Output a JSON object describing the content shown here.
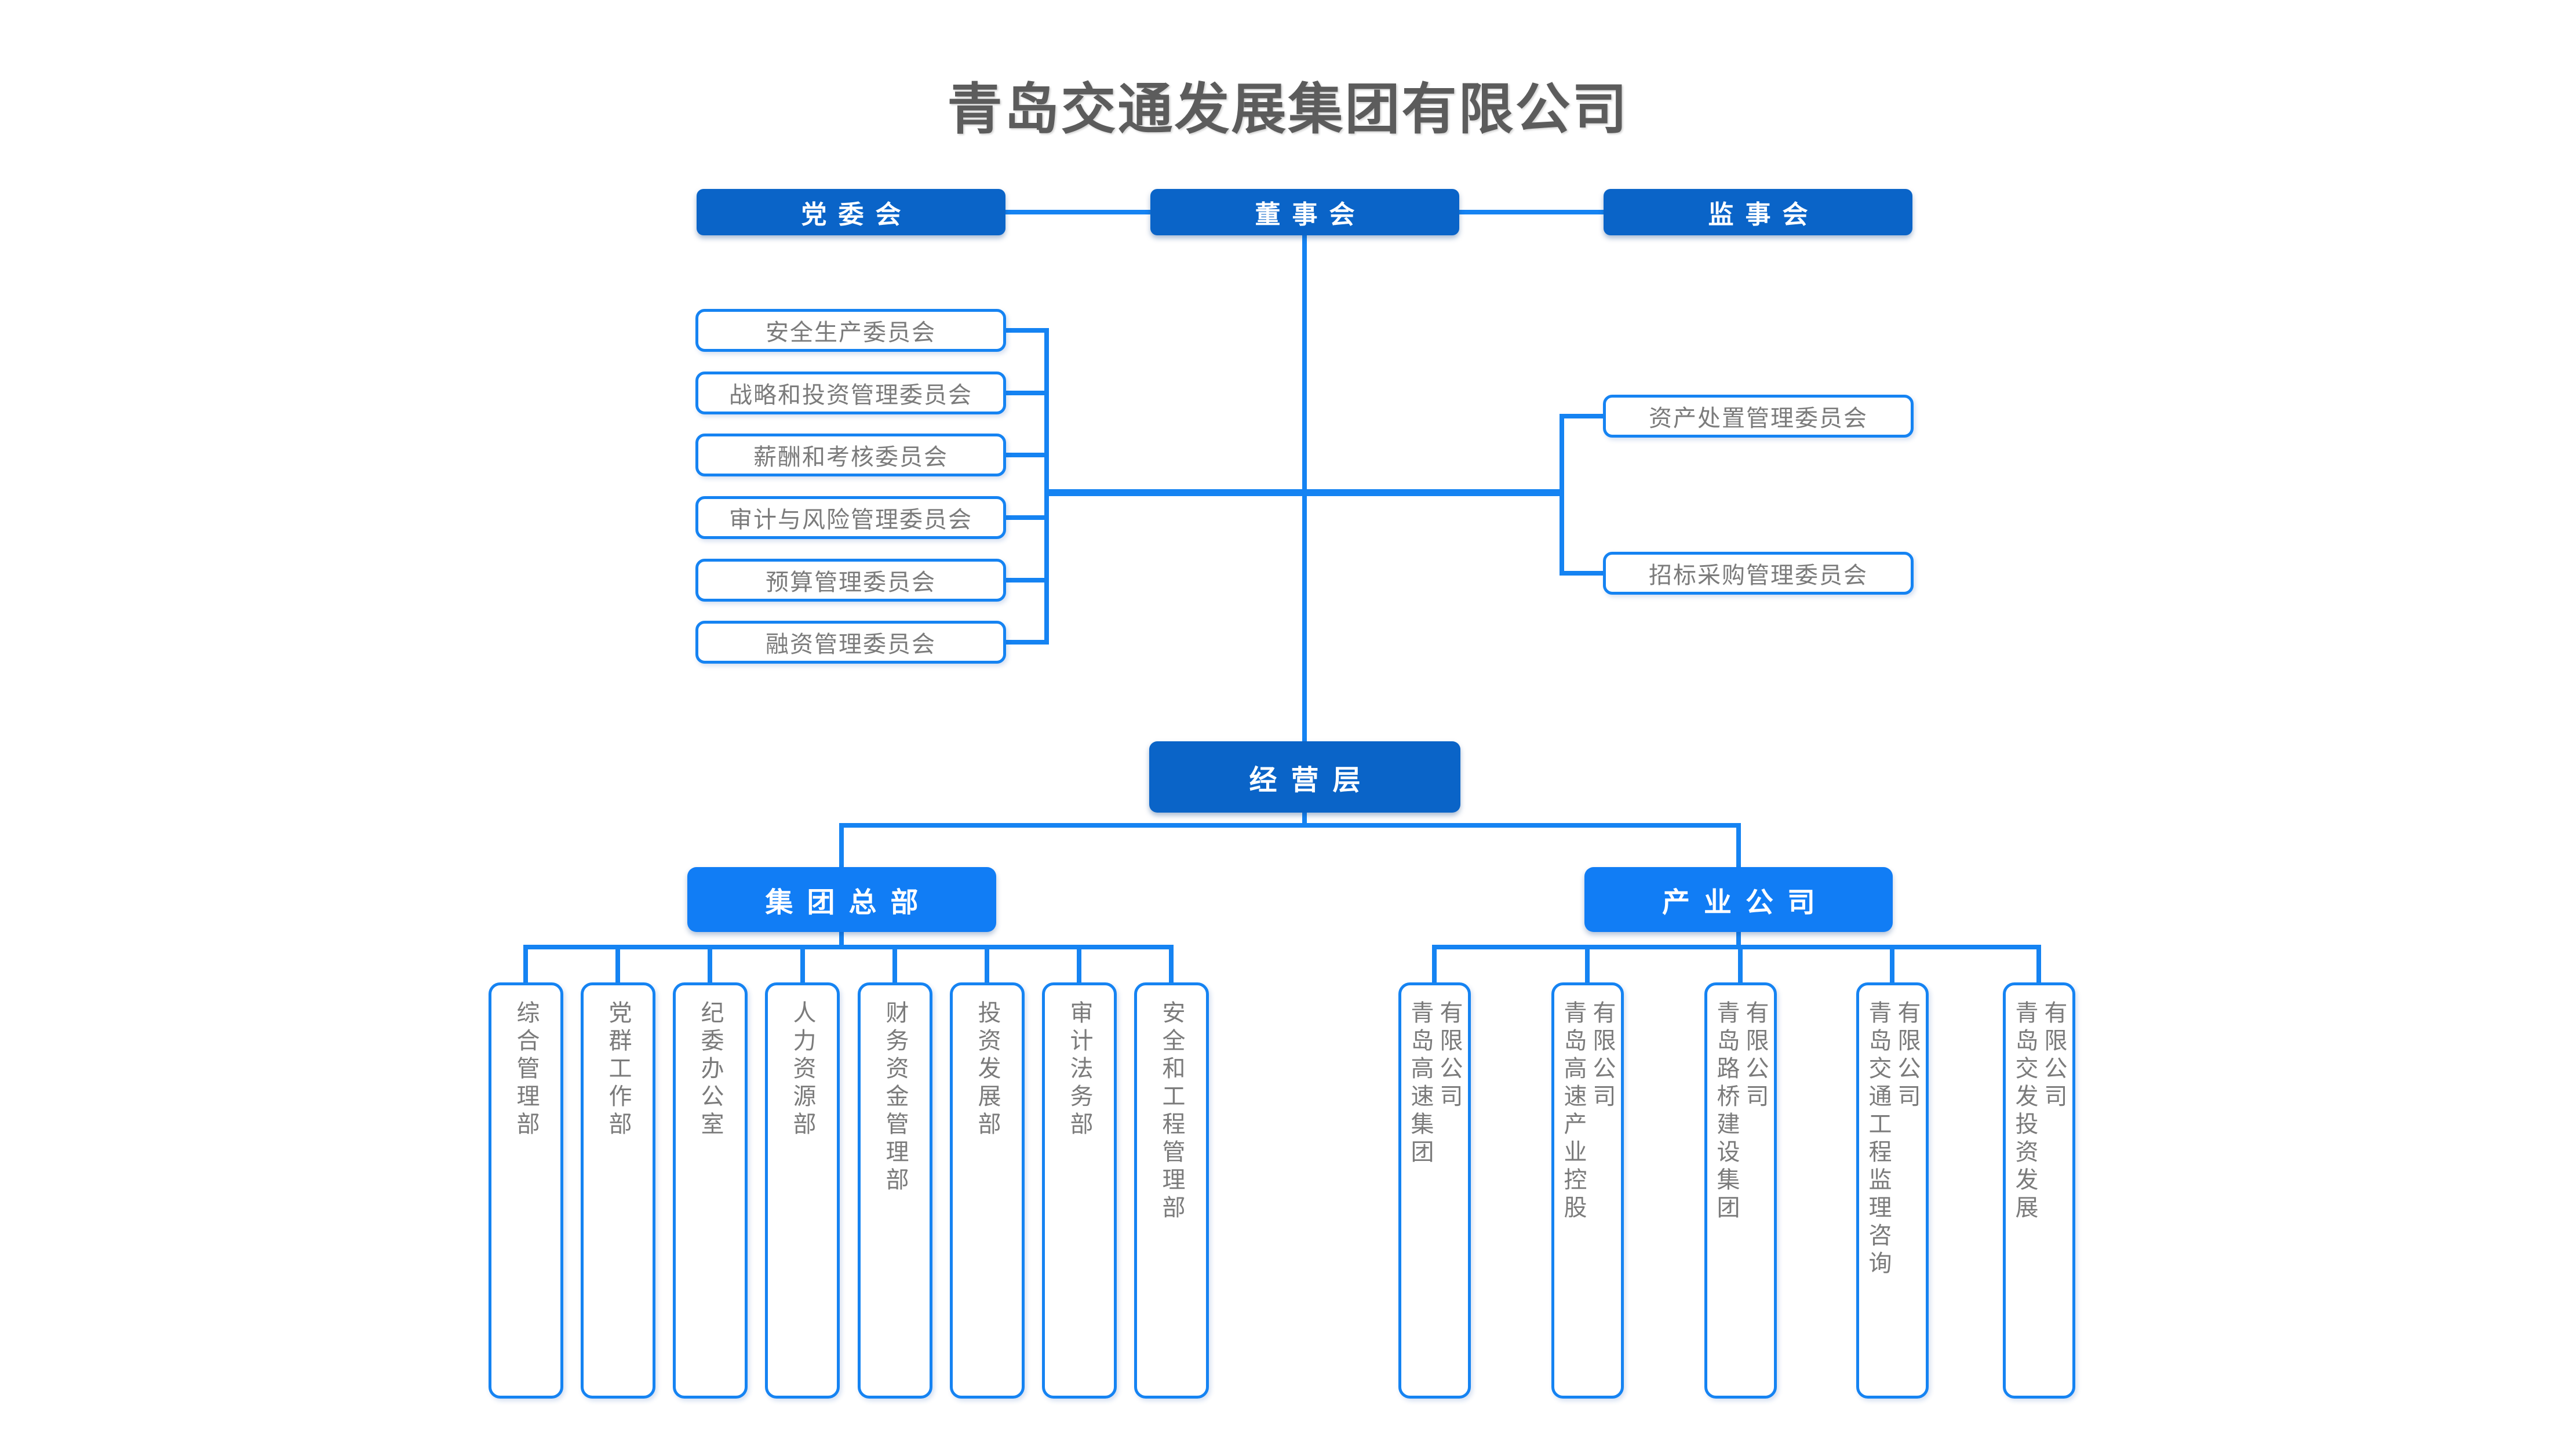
{
  "title": "青岛交通发展集团有限公司",
  "colors": {
    "top_level_box_blue": "#0a64c8",
    "branch_box_blue": "#117df5",
    "connector_blue": "#1583f2",
    "node_text_gray": "#7b7b7b",
    "title_gray": "#5c5c5c"
  },
  "top_row": {
    "party": "党委会",
    "board": "董事会",
    "supervisory": "监事会"
  },
  "committees_left": [
    {
      "label": "安全生产委员会"
    },
    {
      "label": "战略和投资管理委员会"
    },
    {
      "label": "薪酬和考核委员会"
    },
    {
      "label": "审计与风险管理委员会"
    },
    {
      "label": "预算管理委员会"
    },
    {
      "label": "融资管理委员会"
    }
  ],
  "committees_right": [
    {
      "label": "资产处置管理委员会"
    },
    {
      "label": "招标采购管理委员会"
    }
  ],
  "management_layer": "经营层",
  "branches": {
    "hq": "集团总部",
    "industry": "产业公司"
  },
  "departments": [
    {
      "label": "综合管理部"
    },
    {
      "label": "党群工作部"
    },
    {
      "label": "纪委办公室"
    },
    {
      "label": "人力资源部"
    },
    {
      "label": "财务资金管理部"
    },
    {
      "label": "投资发展部"
    },
    {
      "label": "审计法务部"
    },
    {
      "label": "安全和工程管理部"
    }
  ],
  "companies": [
    {
      "name": "青岛高速集团",
      "suffix": "有限公司"
    },
    {
      "name": "青岛高速产业控股",
      "suffix": "有限公司"
    },
    {
      "name": "青岛路桥建设集团",
      "suffix": "有限公司"
    },
    {
      "name": "青岛交通工程监理咨询",
      "suffix": "有限公司"
    },
    {
      "name": "青岛交发投资发展",
      "suffix": "有限公司"
    }
  ]
}
